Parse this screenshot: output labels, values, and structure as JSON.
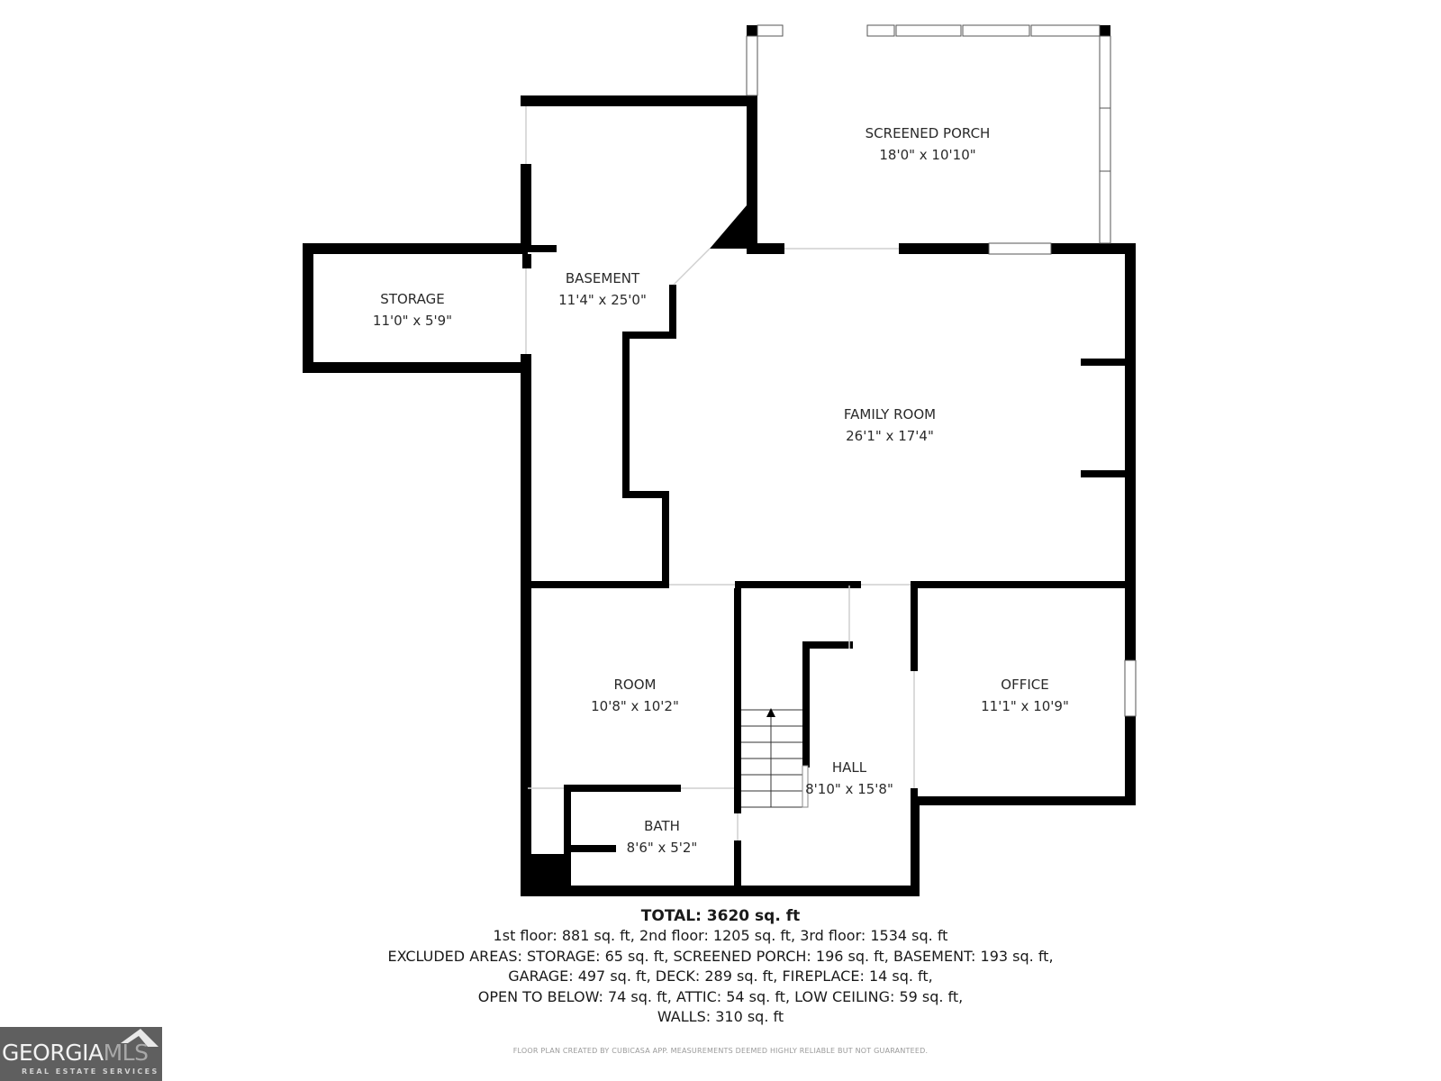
{
  "colors": {
    "wall": "#000000",
    "background": "#ffffff",
    "text": "#2a2a2a",
    "credit_text": "#9a9a9a",
    "logo_bg": "#5f5f5f"
  },
  "rooms": [
    {
      "name": "SCREENED PORCH",
      "dimensions": "18'0\" x 10'10\""
    },
    {
      "name": "STORAGE",
      "dimensions": "11'0\" x 5'9\""
    },
    {
      "name": "BASEMENT",
      "dimensions": "11'4\" x 25'0\""
    },
    {
      "name": "FAMILY ROOM",
      "dimensions": "26'1\" x 17'4\""
    },
    {
      "name": "ROOM",
      "dimensions": "10'8\" x 10'2\""
    },
    {
      "name": "OFFICE",
      "dimensions": "11'1\" x 10'9\""
    },
    {
      "name": "HALL",
      "dimensions": "8'10\" x 15'8\""
    },
    {
      "name": "BATH",
      "dimensions": "8'6\" x 5'2\""
    }
  ],
  "summary": {
    "total": "TOTAL: 3620 sq. ft",
    "lines": [
      "1st floor: 881 sq. ft, 2nd floor: 1205 sq. ft, 3rd floor: 1534 sq. ft",
      "EXCLUDED AREAS: STORAGE: 65 sq. ft, SCREENED PORCH: 196 sq. ft, BASEMENT: 193 sq. ft,",
      "GARAGE: 497 sq. ft, DECK: 289 sq. ft, FIREPLACE: 14 sq. ft,",
      "OPEN TO BELOW: 74 sq. ft, ATTIC: 54 sq. ft, LOW CEILING: 59 sq. ft,",
      "WALLS: 310 sq. ft"
    ]
  },
  "credit": "FLOOR PLAN CREATED BY CUBICASA APP. MEASUREMENTS DEEMED HIGHLY RELIABLE BUT NOT GUARANTEED.",
  "logo": {
    "brand_primary": "GEORGIA",
    "brand_secondary": "MLS",
    "tagline": "REAL ESTATE SERVICES"
  }
}
